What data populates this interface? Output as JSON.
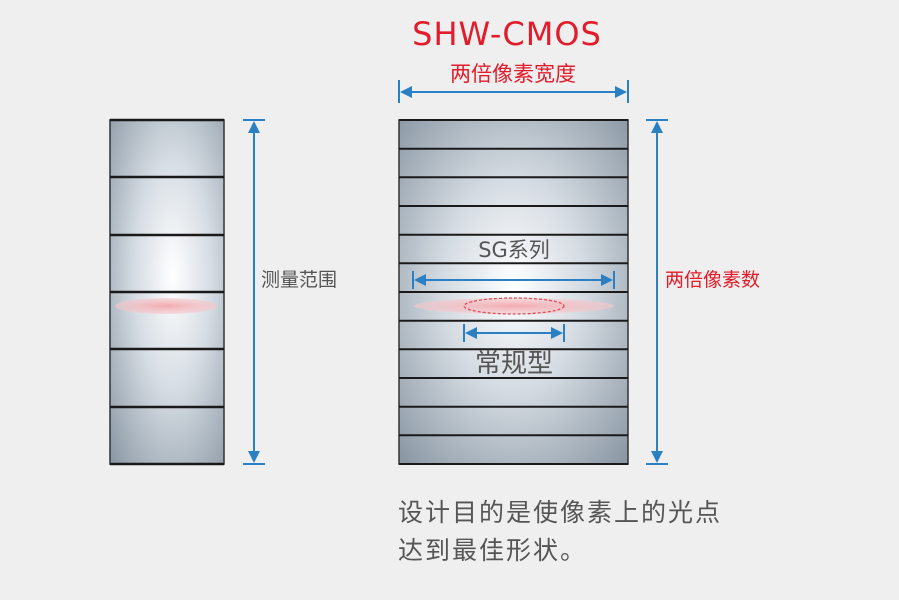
{
  "title": "SHW-CMOS",
  "labels": {
    "width_label": "两倍像素宽度",
    "height_label": "两倍像素数",
    "measure_label": "测量范围",
    "sg_label": "SG系列",
    "conventional_label": "常规型"
  },
  "caption": {
    "line1": "设计目的是使像素上的光点",
    "line2": "达到最佳形状。"
  },
  "colors": {
    "accent_red": "#e21c2a",
    "arrow_blue": "#2b7fc3",
    "text_gray": "#555555",
    "line_dark": "#1a1a1a",
    "spot_pink": "#f3b5b9"
  },
  "left_sensor": {
    "pixel_rows": 6
  },
  "right_sensor": {
    "pixel_rows": 12
  }
}
